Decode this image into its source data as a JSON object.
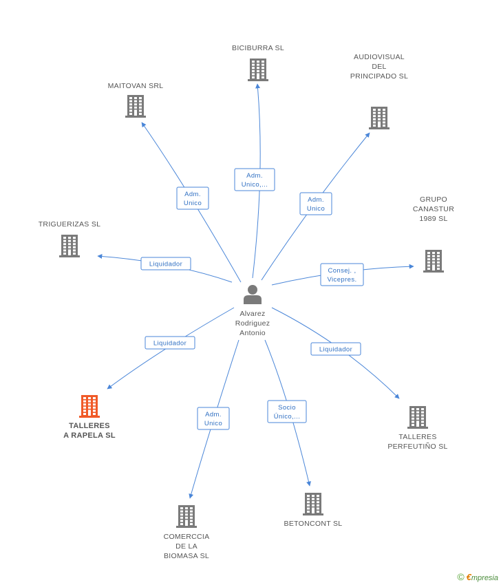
{
  "colors": {
    "building": "#7a7a7a",
    "building_highlight": "#f05a28",
    "edge": "#4a86d8",
    "edge_text": "#2f6fc2",
    "person": "#7a7a7a"
  },
  "person": {
    "icon": "person-icon",
    "label_lines": [
      "Alvarez",
      "Rodriguez",
      "Antonio"
    ]
  },
  "companies": [
    {
      "id": "biciburra",
      "label_lines": [
        "BICIBURRA SL"
      ],
      "highlight": false
    },
    {
      "id": "maitovan",
      "label_lines": [
        "MAITOVAN SRL"
      ],
      "highlight": false
    },
    {
      "id": "audiovisual",
      "label_lines": [
        "AUDIOVISUAL",
        "DEL",
        "PRINCIPADO SL"
      ],
      "highlight": false
    },
    {
      "id": "trigueriza",
      "label_lines": [
        "TRIGUERIZAS SL"
      ],
      "highlight": false
    },
    {
      "id": "grupo",
      "label_lines": [
        "GRUPO",
        "CANASTUR",
        "1989 SL"
      ],
      "highlight": false
    },
    {
      "id": "talleres-rapela",
      "label_lines": [
        "TALLERES",
        "A RAPELA SL"
      ],
      "highlight": true
    },
    {
      "id": "talleres-perfeutino",
      "label_lines": [
        "TALLERES",
        "PERFEUTIÑO SL"
      ],
      "highlight": false
    },
    {
      "id": "comerccia",
      "label_lines": [
        "COMERCCIA",
        "DE LA",
        "BIOMASA  SL"
      ],
      "highlight": false
    },
    {
      "id": "betoncont",
      "label_lines": [
        "BETONCONT SL"
      ],
      "highlight": false
    }
  ],
  "edges": [
    {
      "to": "biciburra",
      "label_lines": [
        "Adm.",
        "Unico,..."
      ]
    },
    {
      "to": "maitovan",
      "label_lines": [
        "Adm.",
        "Unico"
      ]
    },
    {
      "to": "audiovisual",
      "label_lines": [
        "Adm.",
        "Unico"
      ]
    },
    {
      "to": "trigueriza",
      "label_lines": [
        "Liquidador"
      ]
    },
    {
      "to": "grupo",
      "label_lines": [
        "Consej. ,",
        "Vicepres."
      ]
    },
    {
      "to": "talleres-rapela",
      "label_lines": [
        "Liquidador"
      ]
    },
    {
      "to": "talleres-perfeutino",
      "label_lines": [
        "Liquidador"
      ]
    },
    {
      "to": "comerccia",
      "label_lines": [
        "Adm.",
        "Unico"
      ]
    },
    {
      "to": "betoncont",
      "label_lines": [
        "Socio",
        "Único,..."
      ]
    }
  ],
  "watermark": {
    "copyright": "©",
    "brand_first": "€",
    "brand_rest": "mpresia"
  }
}
